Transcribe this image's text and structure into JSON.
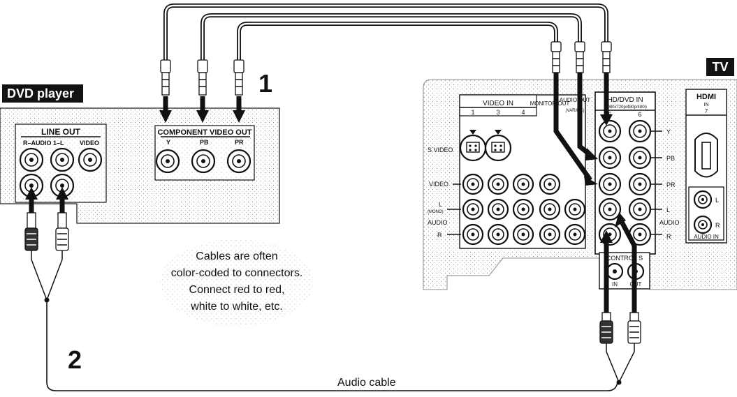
{
  "devices": {
    "dvd_label": "DVD player",
    "tv_label": "TV"
  },
  "dvd_panel": {
    "line_out_title": "LINE OUT",
    "line_out_jacks": [
      "R–AUDIO 1–L",
      "VIDEO"
    ],
    "component_title": "COMPONENT VIDEO OUT",
    "component_jacks": [
      "Y",
      "PB",
      "PR"
    ]
  },
  "tv_panel": {
    "video_in_title": "VIDEO IN",
    "video_in_columns": [
      "1",
      "3",
      "4"
    ],
    "monitor_out": "MONITOR OUT",
    "audio_out": "AUDIO OUT",
    "audio_out_sub": "(VAR/FIX)",
    "color_stream_title": "HD/DVD IN",
    "color_stream_sub": "(1080i/720p/480p/480i)",
    "color_stream_columns": [
      "5",
      "6"
    ],
    "row_labels_left": [
      "S VIDEO",
      "VIDEO",
      "L",
      "(MONO)",
      "AUDIO",
      "R"
    ],
    "row_labels_right": [
      "Y",
      "PB",
      "PR",
      "L",
      "AUDIO",
      "R"
    ],
    "control_title": "CONTROL S",
    "control_jacks": [
      "IN",
      "OUT"
    ],
    "hdmi_title": "HDMI",
    "hdmi_in": "IN",
    "hdmi_number": "7",
    "hdmi_audio_in": "AUDIO IN",
    "hdmi_audio_lr": [
      "L",
      "R"
    ]
  },
  "steps": [
    "1",
    "2"
  ],
  "callout_lines": [
    "Cables are often",
    "color-coded to connectors.",
    "Connect red to red,",
    "white to white, etc."
  ],
  "audio_cable_label": "Audio cable",
  "icons": [
    "arrow-down-icon",
    "arrow-up-icon",
    "rca-plug-icon",
    "s-video-jack-icon",
    "hdmi-port-icon"
  ]
}
